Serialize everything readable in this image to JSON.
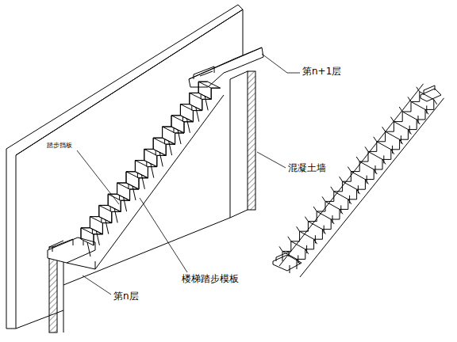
{
  "diagram": {
    "labels": [
      "第n+1层",
      "踏步挡板",
      "混凝土墙",
      "楼梯踏步模板",
      "第n层"
    ]
  }
}
